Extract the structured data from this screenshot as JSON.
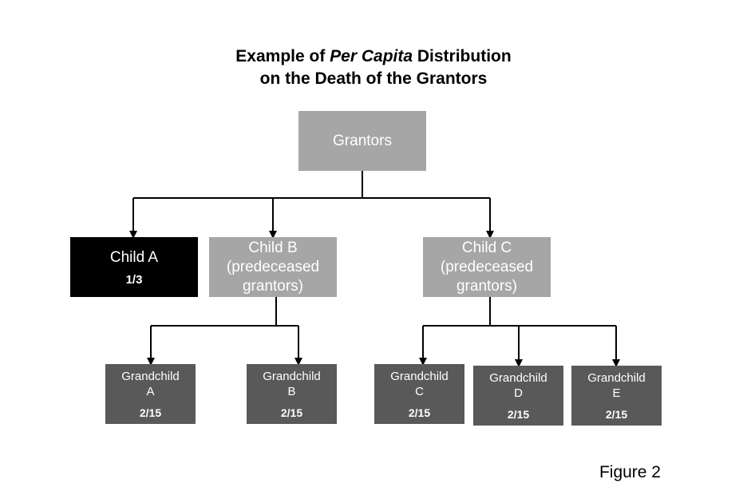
{
  "title": {
    "line1_prefix": "Example of ",
    "line1_emphasis": "Per Capita",
    "line1_suffix": " Distribution",
    "line2": "on the Death of the Grantors"
  },
  "nodes": {
    "grantors": {
      "label": "Grantors"
    },
    "child_a": {
      "label": "Child A",
      "share": "1/3"
    },
    "child_b": {
      "label_line1": "Child B",
      "label_line2": "(predeceased",
      "label_line3": "grantors)"
    },
    "child_c": {
      "label_line1": "Child C",
      "label_line2": "(predeceased",
      "label_line3": "grantors)"
    },
    "grandchildren": [
      {
        "label": "Grandchild",
        "letter": "A",
        "share": "2/15"
      },
      {
        "label": "Grandchild",
        "letter": "B",
        "share": "2/15"
      },
      {
        "label": "Grandchild",
        "letter": "C",
        "share": "2/15"
      },
      {
        "label": "Grandchild",
        "letter": "D",
        "share": "2/15"
      },
      {
        "label": "Grandchild",
        "letter": "E",
        "share": "2/15"
      }
    ]
  },
  "figure_label": "Figure 2",
  "colors": {
    "light_gray": "#a6a6a6",
    "dark_gray": "#595959",
    "black": "#000000"
  }
}
